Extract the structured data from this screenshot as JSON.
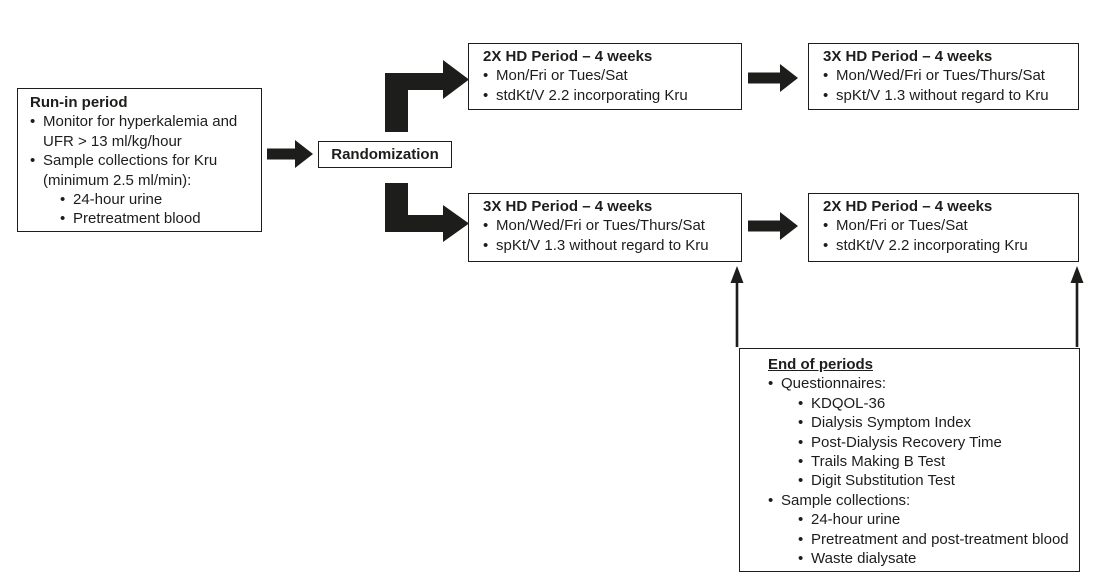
{
  "colors": {
    "ink": "#1d1d1b",
    "background": "#ffffff"
  },
  "boxes": {
    "run_in": {
      "title": "Run-in period",
      "bullets": [
        "Monitor for hyperkalemia and UFR > 13 ml/kg/hour",
        "Sample collections for Kru (minimum 2.5 ml/min):"
      ],
      "sub_bullets": [
        "24-hour urine",
        "Pretreatment blood"
      ]
    },
    "randomization": {
      "label": "Randomization"
    },
    "arm1_period1": {
      "title": "2X HD Period – 4 weeks",
      "bullets": [
        "Mon/Fri or Tues/Sat",
        "stdKt/V 2.2 incorporating Kru"
      ]
    },
    "arm1_period2": {
      "title": "3X HD Period – 4 weeks",
      "bullets": [
        "Mon/Wed/Fri or Tues/Thurs/Sat",
        "spKt/V 1.3 without regard to Kru"
      ]
    },
    "arm2_period1": {
      "title": "3X HD Period – 4 weeks",
      "bullets": [
        "Mon/Wed/Fri or Tues/Thurs/Sat",
        "spKt/V 1.3 without regard to Kru"
      ]
    },
    "arm2_period2": {
      "title": "2X HD Period – 4 weeks",
      "bullets": [
        "Mon/Fri or Tues/Sat",
        "stdKt/V 2.2 incorporating Kru"
      ]
    },
    "end_of_periods": {
      "title": "End of periods",
      "bullets": [
        "Questionnaires:",
        "Sample collections:"
      ],
      "questionnaire_items": [
        "KDQOL-36",
        "Dialysis Symptom Index",
        "Post-Dialysis Recovery Time",
        "Trails Making B Test",
        "Digit Substitution Test"
      ],
      "sample_items": [
        "24-hour urine",
        "Pretreatment and post-treatment blood",
        "Waste dialysate"
      ]
    }
  }
}
